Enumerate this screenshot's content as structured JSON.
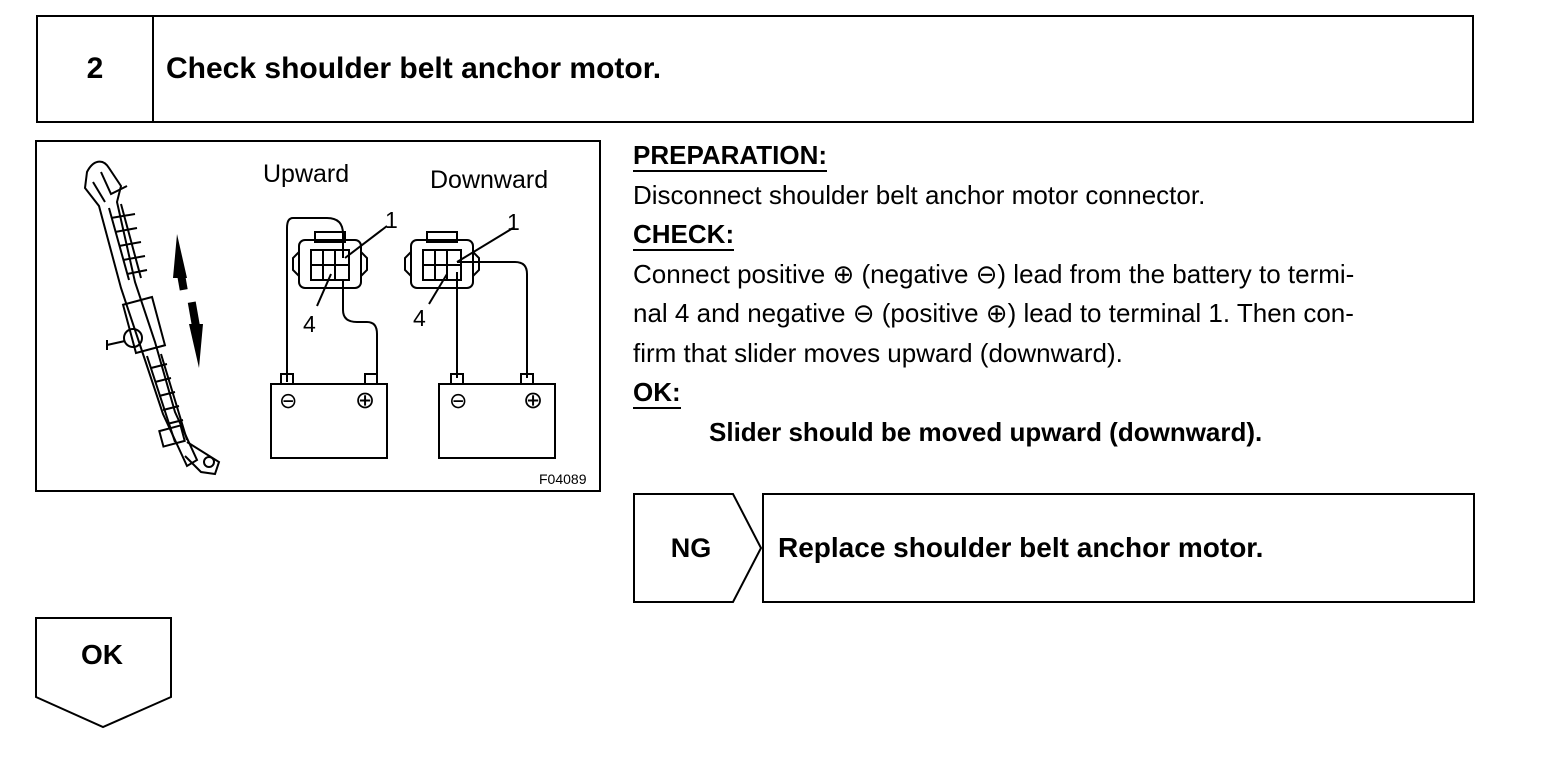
{
  "step": {
    "number": "2",
    "title": "Check shoulder belt anchor motor."
  },
  "figure": {
    "labels": {
      "upward": "Upward",
      "downward": "Downward",
      "figure_code": "F04089"
    },
    "terminals": {
      "one": "1",
      "four": "4"
    },
    "battery_symbols": {
      "negative": "⊖",
      "positive": "⊕"
    }
  },
  "instructions": {
    "preparation_heading": "PREPARATION:",
    "preparation_text": "Disconnect shoulder belt anchor motor connector.",
    "check_heading": "CHECK:",
    "check_lines": [
      "Connect positive ⊕ (negative ⊖) lead from the battery to termi-",
      "nal 4 and negative ⊖ (positive ⊕) lead to terminal 1. Then con-",
      "firm that slider moves upward (downward)."
    ],
    "ok_heading": "OK:",
    "ok_text": "Slider should be moved upward (downward)."
  },
  "results": {
    "ng_label": "NG",
    "ng_action": "Replace shoulder belt anchor motor.",
    "ok_label": "OK"
  }
}
